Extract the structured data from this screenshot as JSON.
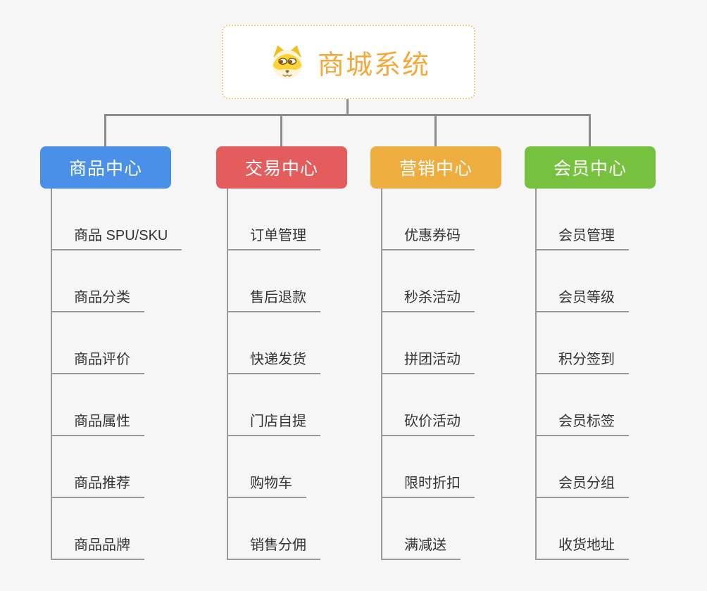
{
  "canvas": {
    "background": "#f6f6f6",
    "connector_color": "#8c8c8c",
    "underline_color": "#9a9a9a"
  },
  "root": {
    "title": "商城系统",
    "title_color": "#f5a83c",
    "border_color": "#f3cd8c",
    "icon": "dog-face-icon"
  },
  "branches": [
    {
      "label": "商品中心",
      "color": "#4a90e8",
      "items": [
        "商品 SPU/SKU",
        "商品分类",
        "商品评价",
        "商品属性",
        "商品推荐",
        "商品品牌"
      ]
    },
    {
      "label": "交易中心",
      "color": "#e45c5c",
      "items": [
        "订单管理",
        "售后退款",
        "快递发货",
        "门店自提",
        "购物车",
        "销售分佣"
      ]
    },
    {
      "label": "营销中心",
      "color": "#eeae3f",
      "items": [
        "优惠券码",
        "秒杀活动",
        "拼团活动",
        "砍价活动",
        "限时折扣",
        "满减送"
      ]
    },
    {
      "label": "会员中心",
      "color": "#76c23f",
      "items": [
        "会员管理",
        "会员等级",
        "积分签到",
        "会员标签",
        "会员分组",
        "收货地址"
      ]
    }
  ]
}
